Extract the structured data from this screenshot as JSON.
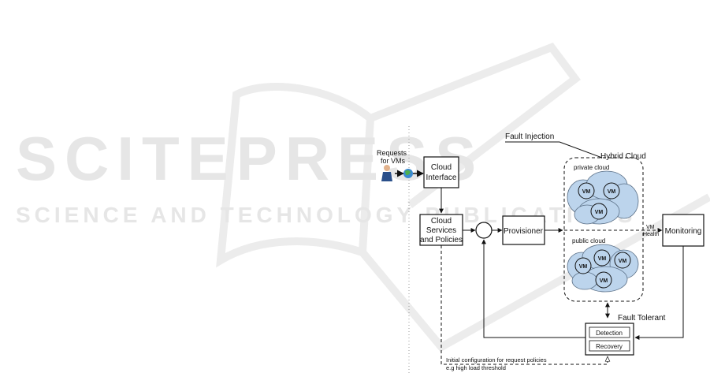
{
  "watermark": {
    "line1": "SCITEPRESS",
    "line2": "SCIENCE AND TECHNOLOGY PUBLICATIONS"
  },
  "diagram": {
    "requests_line1": "Requests",
    "requests_line2": "for VMs",
    "cloud_interface_line1": "Cloud",
    "cloud_interface_line2": "Interface",
    "services_line1": "Cloud",
    "services_line2": "Services",
    "services_line3": "and Policies",
    "provisioner": "Provisioner",
    "monitoring": "Monitoring",
    "fault_injection": "Fault Injection",
    "hybrid_cloud": "Hybrid Cloud",
    "private_cloud": "private cloud",
    "public_cloud": "public cloud",
    "vm": "VM",
    "vm_health_line1": "VM",
    "vm_health_line2": "Health",
    "fault_tolerant": "Fault Tolerant",
    "detection": "Detection",
    "recovery": "Recovery",
    "initial_config_line1": "Initial configuration for request policies",
    "initial_config_line2": "e.g high load threshold"
  },
  "colors": {
    "watermark": "#e6e6e6",
    "cloud_fill": "#bcd4ec",
    "cloud_stroke": "#5a6f86",
    "line": "#111111"
  }
}
